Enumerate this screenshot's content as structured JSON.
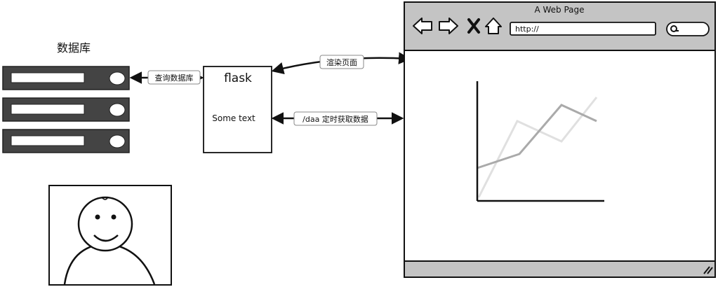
{
  "database": {
    "title": "数据库"
  },
  "flask": {
    "title": "flask",
    "text": "Some text"
  },
  "connectors": {
    "query_db": "查询数据库",
    "render_page": "渲染页面",
    "periodic_fetch": "/daa 定时获取数据"
  },
  "browser": {
    "title": "A Web Page",
    "address": "http://"
  },
  "colors": {
    "server_fill": "#444444",
    "browser_chrome": "#c4c4c4",
    "line_dark": "#aaaaaa",
    "line_light": "#e0e0e0"
  },
  "icons": [
    "back-arrow-icon",
    "forward-arrow-icon",
    "close-icon",
    "home-icon",
    "search-icon",
    "resize-grip-icon"
  ]
}
